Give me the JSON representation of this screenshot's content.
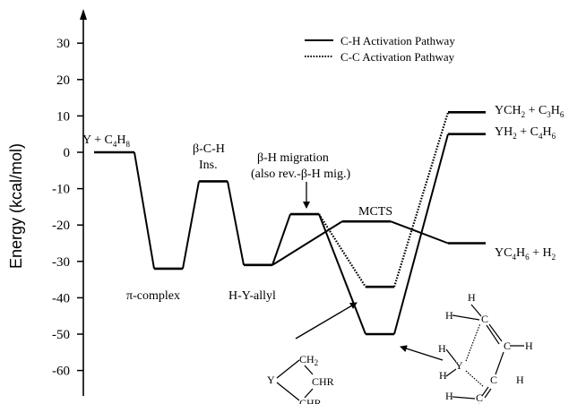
{
  "chart_data": {
    "type": "line",
    "ylabel": "Energy  (kcal/mol)",
    "ylim": [
      -60,
      30
    ],
    "yticks": [
      -60,
      -50,
      -40,
      -30,
      -20,
      -10,
      0,
      10,
      20,
      30
    ],
    "legend": {
      "placement": "top-right",
      "entries": [
        {
          "label": "C-H Activation Pathway",
          "style": "solid"
        },
        {
          "label": "C-C Activation Pathway",
          "style": "dotted"
        }
      ]
    },
    "levels": [
      {
        "id": "y-c4h8",
        "energy": 0
      },
      {
        "id": "pi-complex",
        "energy": -32
      },
      {
        "id": "beta-ch-ins",
        "energy": -8
      },
      {
        "id": "h-y-allyl",
        "energy": -31
      },
      {
        "id": "beta-h-migration",
        "energy": -17
      },
      {
        "id": "mcts",
        "energy": -19
      },
      {
        "id": "c-c-intermediate",
        "energy": -37
      },
      {
        "id": "metallacycle-min",
        "energy": -50
      },
      {
        "id": "ych2-c3h6",
        "energy": 11
      },
      {
        "id": "yh2-c4h6",
        "energy": 5
      },
      {
        "id": "yc4h6-h2",
        "energy": -25
      }
    ],
    "annotations": {
      "y_c4h8": {
        "pre": "Y + C",
        "sub1": "4",
        "mid": "H",
        "sub2": "8"
      },
      "pi_complex": "π-complex",
      "beta_ch_line1": "β-C-H",
      "beta_ch_line2": "Ins.",
      "h_y_allyl": "H-Y-allyl",
      "beta_h_mig_line1": "β-H migration",
      "beta_h_mig_line2": "(also rev.-β-H mig.)",
      "mcts": "MCTS",
      "ych2_c3h6": {
        "p1": "YCH",
        "s1": "2",
        "p2": " + C",
        "s2": "3",
        "p3": "H",
        "s3": "6"
      },
      "yh2_c4h6": {
        "p1": "YH",
        "s1": "2",
        "p2": " + C",
        "s2": "4",
        "p3": "H",
        "s3": "6"
      },
      "yc4h6_h2": {
        "p1": "YC",
        "s1": "4",
        "p2": "H",
        "s2": "6",
        "p3": " + H",
        "s3": "2"
      }
    },
    "structures": {
      "metallacycle": {
        "y": "Y",
        "ch2": "CH",
        "ch2_sub": "2",
        "chr_top": "CHR",
        "chr_bottom": "CHR"
      },
      "diene_complex": {
        "y": "Y",
        "h": "H",
        "c": "C"
      }
    }
  }
}
